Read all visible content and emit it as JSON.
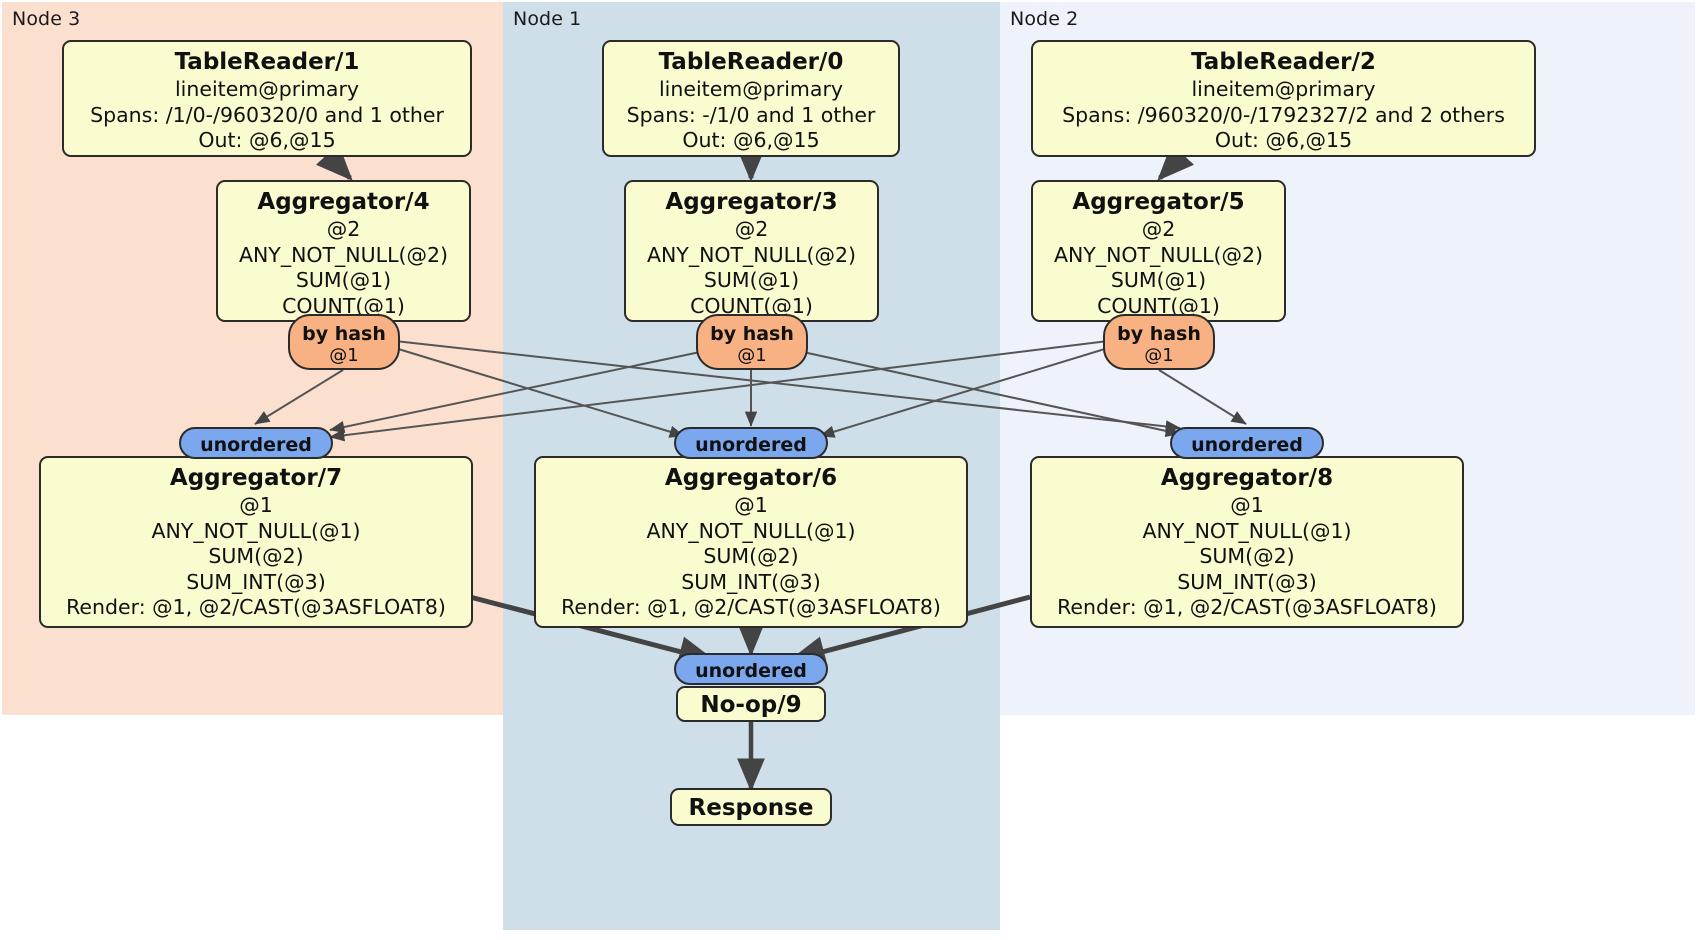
{
  "diagram": {
    "type": "distributed-query-plan",
    "title": "",
    "colors": {
      "node3_panel": "#fbe0d0",
      "node1_panel": "#cfdfe9",
      "node2_panel": "#eef2fb",
      "processor_box": "#fbfbd0",
      "hash_router": "#f7b183",
      "unordered_synchronizer": "#7aa7ee",
      "edge": "#444444",
      "border": "#2b2b2b"
    }
  },
  "panels": [
    {
      "id": "node3",
      "label": "Node 3"
    },
    {
      "id": "node1",
      "label": "Node 1"
    },
    {
      "id": "node2",
      "label": "Node 2"
    }
  ],
  "processors": {
    "tablereader_1": {
      "title": "TableReader/1",
      "lines": [
        "lineitem@primary",
        "Spans: /1/0-/960320/0 and 1 other",
        "Out: @6,@15"
      ]
    },
    "tablereader_0": {
      "title": "TableReader/0",
      "lines": [
        "lineitem@primary",
        "Spans: -/1/0 and 1 other",
        "Out: @6,@15"
      ]
    },
    "tablereader_2": {
      "title": "TableReader/2",
      "lines": [
        "lineitem@primary",
        "Spans: /960320/0-/1792327/2 and 2 others",
        "Out: @6,@15"
      ]
    },
    "aggregator_4": {
      "title": "Aggregator/4",
      "lines": [
        "@2",
        "ANY_NOT_NULL(@2)",
        "SUM(@1)",
        "COUNT(@1)"
      ]
    },
    "aggregator_3": {
      "title": "Aggregator/3",
      "lines": [
        "@2",
        "ANY_NOT_NULL(@2)",
        "SUM(@1)",
        "COUNT(@1)"
      ]
    },
    "aggregator_5": {
      "title": "Aggregator/5",
      "lines": [
        "@2",
        "ANY_NOT_NULL(@2)",
        "SUM(@1)",
        "COUNT(@1)"
      ]
    },
    "aggregator_7": {
      "title": "Aggregator/7",
      "lines": [
        "@1",
        "ANY_NOT_NULL(@1)",
        "SUM(@2)",
        "SUM_INT(@3)",
        "Render: @1, @2/CAST(@3ASFLOAT8)"
      ]
    },
    "aggregator_6": {
      "title": "Aggregator/6",
      "lines": [
        "@1",
        "ANY_NOT_NULL(@1)",
        "SUM(@2)",
        "SUM_INT(@3)",
        "Render: @1, @2/CAST(@3ASFLOAT8)"
      ]
    },
    "aggregator_8": {
      "title": "Aggregator/8",
      "lines": [
        "@1",
        "ANY_NOT_NULL(@1)",
        "SUM(@2)",
        "SUM_INT(@3)",
        "Render: @1, @2/CAST(@3ASFLOAT8)"
      ]
    },
    "noop_9": {
      "title": "No-op/9",
      "lines": []
    },
    "response": {
      "title": "Response",
      "lines": []
    }
  },
  "routers": {
    "hash_left": {
      "label": "by hash",
      "sub": "@1"
    },
    "hash_mid": {
      "label": "by hash",
      "sub": "@1"
    },
    "hash_right": {
      "label": "by hash",
      "sub": "@1"
    },
    "unord_left": {
      "label": "unordered"
    },
    "unord_mid": {
      "label": "unordered"
    },
    "unord_right": {
      "label": "unordered"
    },
    "unord_final": {
      "label": "unordered"
    }
  }
}
